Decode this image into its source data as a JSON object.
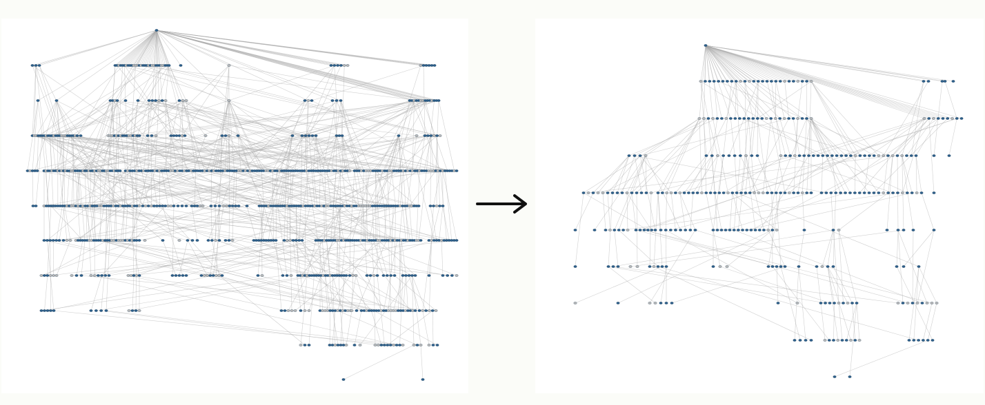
{
  "figure": {
    "panels": [
      {
        "id": "before",
        "title": "",
        "levels": 10,
        "layout": "dense"
      },
      {
        "id": "after",
        "title": "",
        "levels": 10,
        "layout": "sparse"
      }
    ],
    "arrow_symbol": "right-arrow-icon"
  },
  "colors": {
    "node": "#2d5f8a",
    "node_light": "#b8b8b8",
    "edge": "#aaaaaa",
    "background": "#fbfcf8",
    "panel": "#ffffff",
    "arrow": "#111111"
  }
}
